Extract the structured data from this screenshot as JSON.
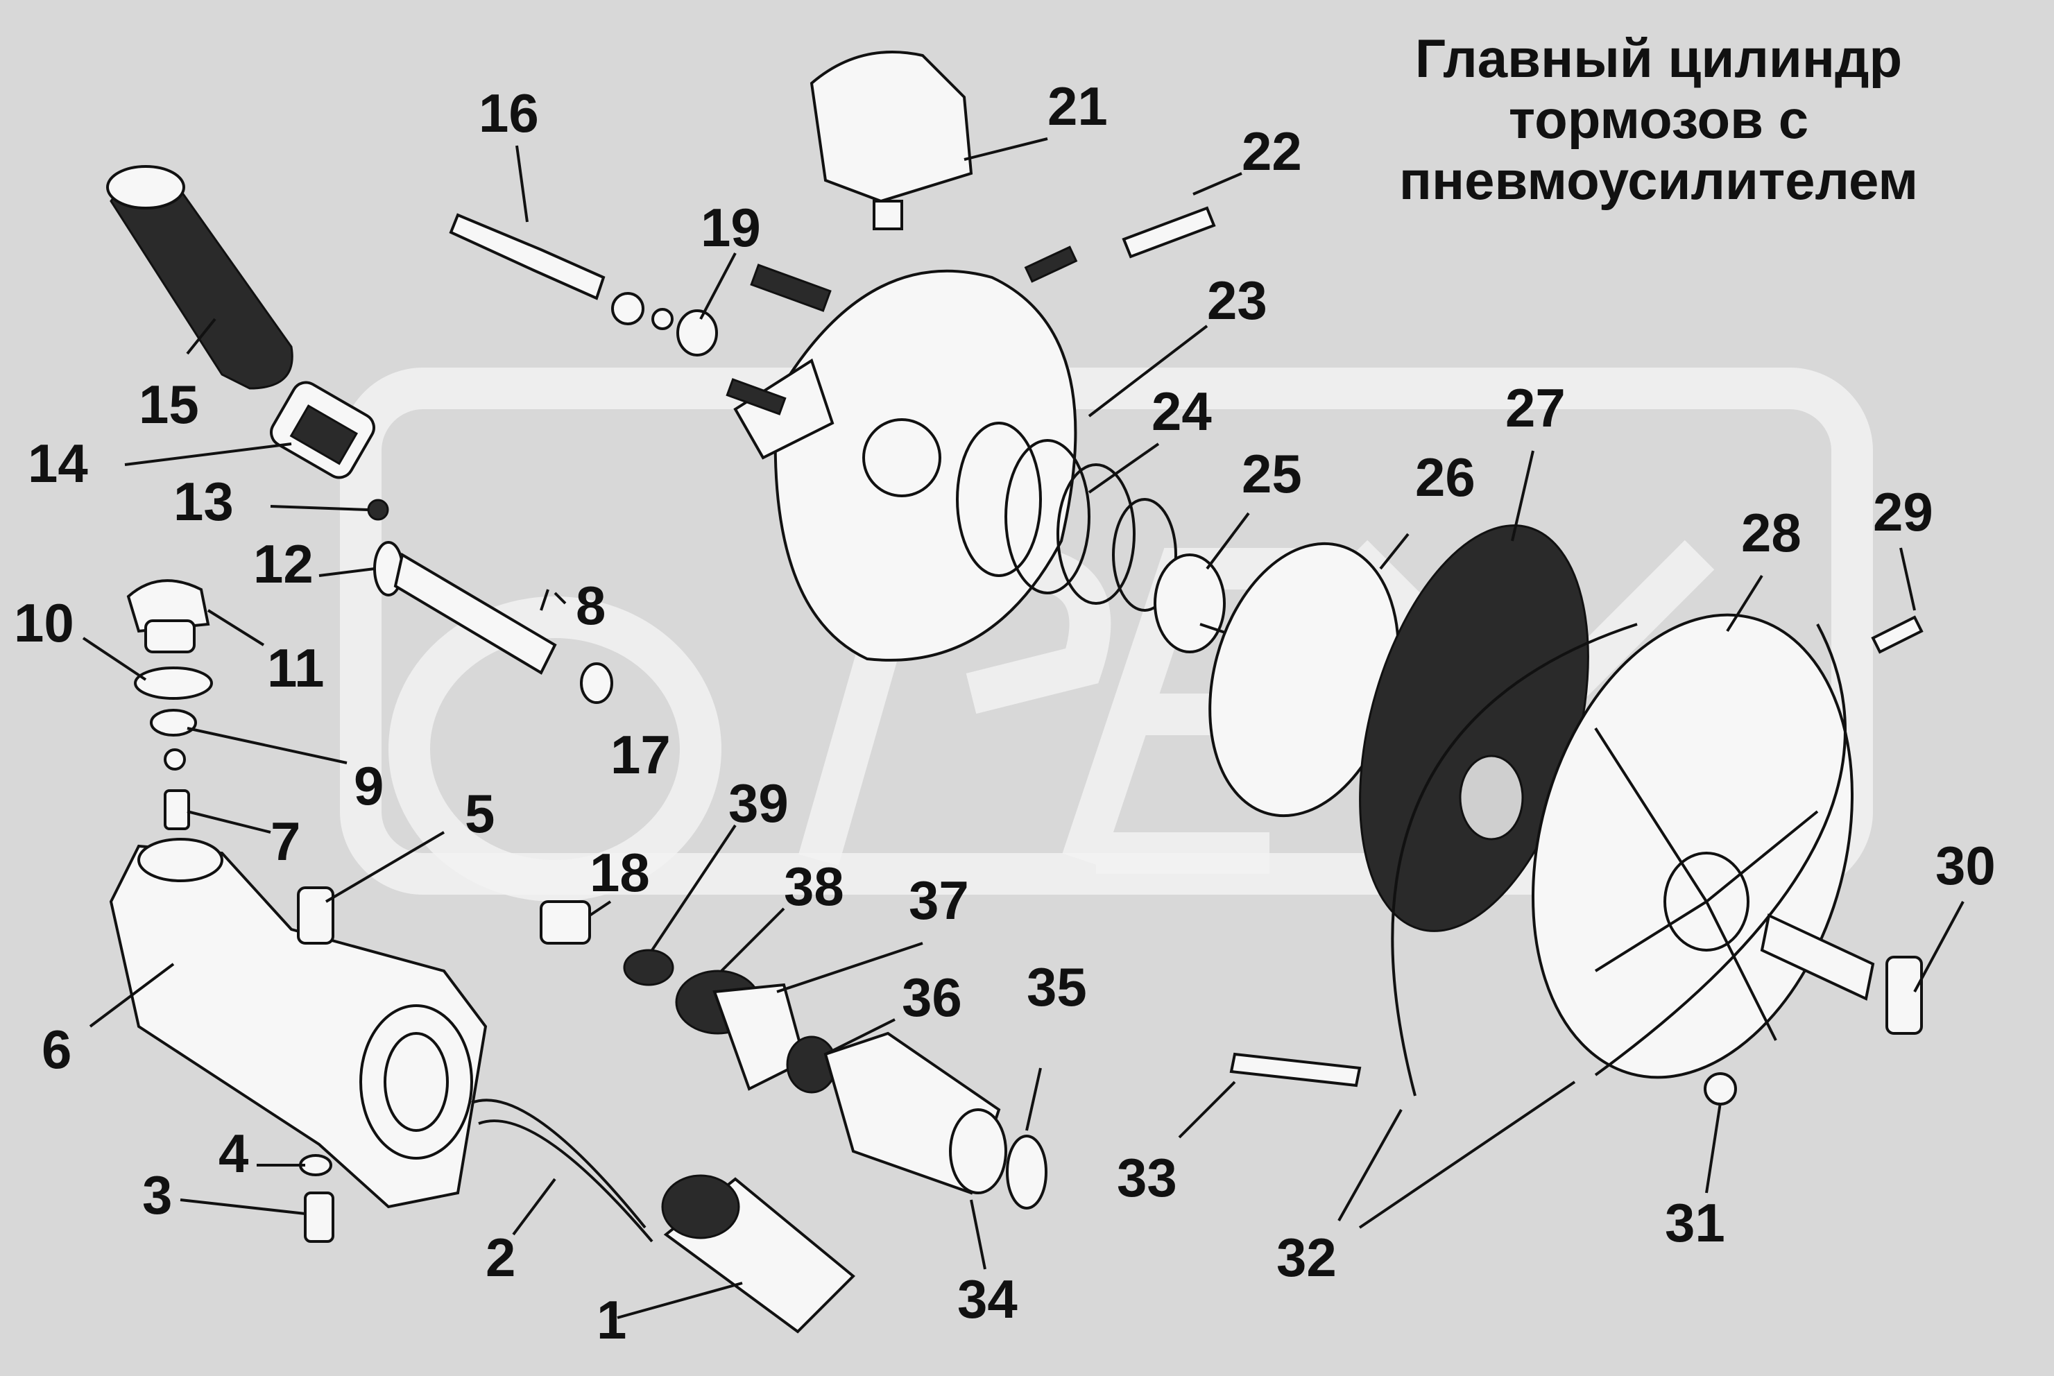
{
  "title": {
    "line1": "Главный цилиндр",
    "line2": "тормозов с",
    "line3": "пневмоусилителем"
  },
  "watermark": "OPEX",
  "callouts": [
    {
      "id": "1",
      "text": "1"
    },
    {
      "id": "2",
      "text": "2"
    },
    {
      "id": "3",
      "text": "3"
    },
    {
      "id": "4",
      "text": "4"
    },
    {
      "id": "5",
      "text": "5"
    },
    {
      "id": "6",
      "text": "6"
    },
    {
      "id": "7",
      "text": "7"
    },
    {
      "id": "8",
      "text": "8"
    },
    {
      "id": "9",
      "text": "9"
    },
    {
      "id": "10",
      "text": "10"
    },
    {
      "id": "11",
      "text": "11"
    },
    {
      "id": "12",
      "text": "12"
    },
    {
      "id": "13",
      "text": "13"
    },
    {
      "id": "14",
      "text": "14"
    },
    {
      "id": "15",
      "text": "15"
    },
    {
      "id": "16",
      "text": "16"
    },
    {
      "id": "17",
      "text": "17"
    },
    {
      "id": "18",
      "text": "18"
    },
    {
      "id": "19",
      "text": "19"
    },
    {
      "id": "21",
      "text": "21"
    },
    {
      "id": "22",
      "text": "22"
    },
    {
      "id": "23",
      "text": "23"
    },
    {
      "id": "24",
      "text": "24"
    },
    {
      "id": "25",
      "text": "25"
    },
    {
      "id": "26",
      "text": "26"
    },
    {
      "id": "27",
      "text": "27"
    },
    {
      "id": "28",
      "text": "28"
    },
    {
      "id": "29",
      "text": "29"
    },
    {
      "id": "30",
      "text": "30"
    },
    {
      "id": "31",
      "text": "31"
    },
    {
      "id": "32",
      "text": "32"
    },
    {
      "id": "33",
      "text": "33"
    },
    {
      "id": "34",
      "text": "34"
    },
    {
      "id": "35",
      "text": "35"
    },
    {
      "id": "36",
      "text": "36"
    },
    {
      "id": "37",
      "text": "37"
    },
    {
      "id": "38",
      "text": "38"
    },
    {
      "id": "39",
      "text": "39"
    }
  ]
}
